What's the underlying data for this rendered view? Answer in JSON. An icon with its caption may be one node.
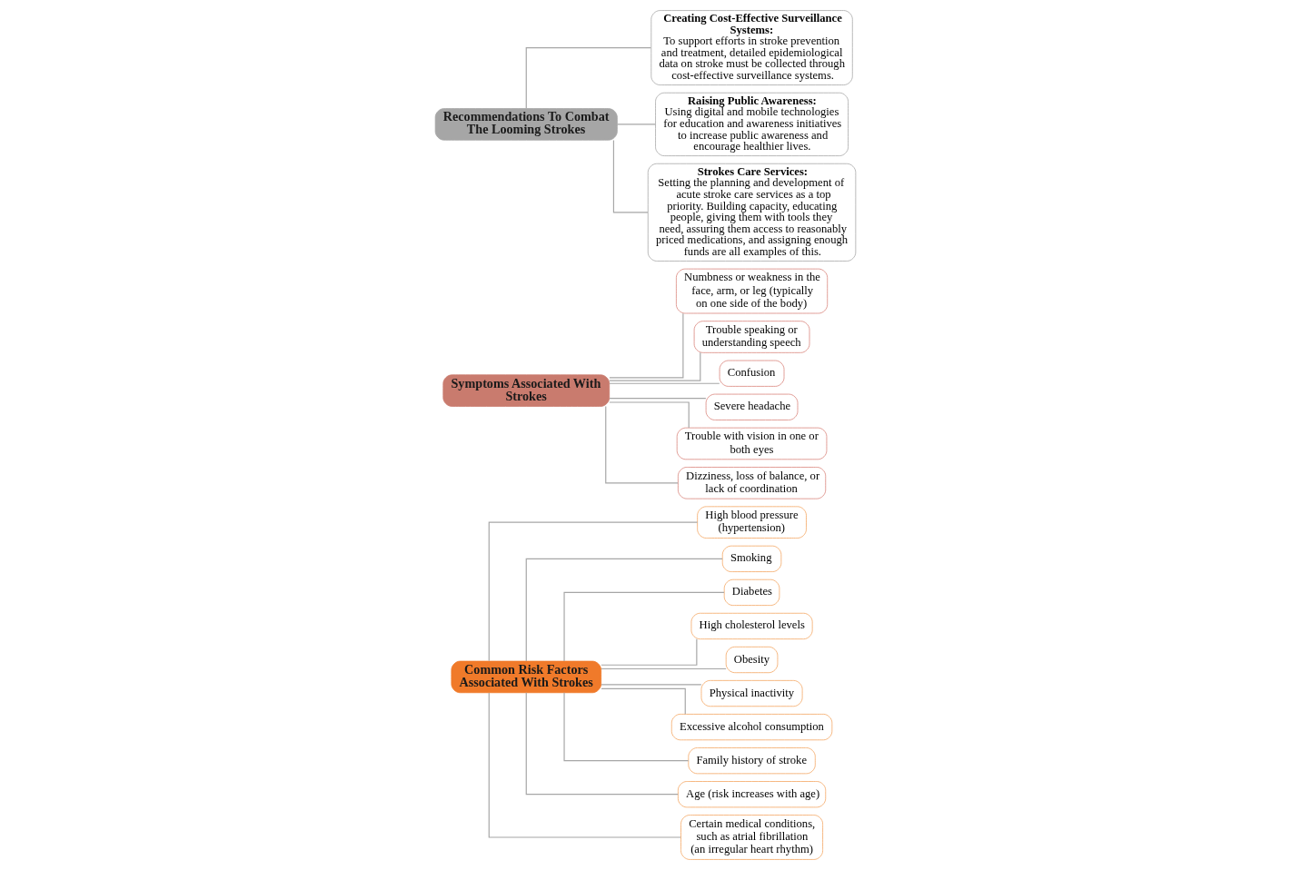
{
  "diagram": {
    "nodes": [
      {
        "text": [
          "Common Risk Factors Associated With Strokes"
        ]
      },
      {
        "text": [
          "High blood pressure (hypertension)"
        ]
      },
      {
        "text": [
          "Smoking"
        ]
      },
      {
        "text": [
          "Diabetes"
        ]
      },
      {
        "text": [
          "High cholesterol levels"
        ]
      },
      {
        "text": [
          "Obesity"
        ]
      },
      {
        "text": [
          "Physical inactivity"
        ]
      },
      {
        "text": [
          "Excessive alcohol consumption"
        ]
      },
      {
        "text": [
          "Family history of stroke"
        ]
      },
      {
        "text": [
          "Age (risk increases with age)"
        ]
      },
      {
        "text": [
          "Certain medical conditions, such as atrial fibrillation (an irregular heart rhythm)"
        ]
      },
      {
        "text": [
          "Symptoms Associated With Strokes"
        ]
      },
      {
        "text": [
          "Numbness or weakness in the face, arm, or leg (typically on one side of the body)"
        ]
      },
      {
        "text": [
          "Trouble speaking or understanding speech"
        ]
      },
      {
        "text": [
          "Confusion"
        ]
      },
      {
        "text": [
          "Severe headache"
        ]
      },
      {
        "text": [
          "Trouble with vision in one or both eyes"
        ]
      },
      {
        "text": [
          "Dizziness, loss of balance, or lack of coordination"
        ]
      },
      {
        "text": [
          "Recommendations To Combat The Looming Strokes"
        ]
      },
      {
        "text": [
          "Creating Cost-Effective Surveillance Systems:",
          "To support efforts in stroke prevention and treatment, detailed epidemiological data on stroke must be collected through cost-effective surveillance systems."
        ]
      },
      {
        "text": [
          "Raising Public Awareness:",
          "Using digital and mobile technologies for education and awareness initiatives to increase public awareness and encourage healthier lives."
        ]
      },
      {
        "text": [
          "Strokes Care Services:",
          "Setting the planning and development of acute stroke care services as a top priority. Building capacity, educating people, giving them with tools they need, assuring them access to reasonably priced medications, and assigning enough funds are all examples of this."
        ]
      }
    ],
    "edges": [
      {
        "from": 0,
        "to": 1,
        "arrow": "none"
      },
      {
        "from": 0,
        "to": 2,
        "arrow": "none"
      },
      {
        "from": 0,
        "to": 3,
        "arrow": "none"
      },
      {
        "from": 0,
        "to": 4,
        "arrow": "none"
      },
      {
        "from": 0,
        "to": 5,
        "arrow": "none"
      },
      {
        "from": 0,
        "to": 6,
        "arrow": "none"
      },
      {
        "from": 0,
        "to": 7,
        "arrow": "none"
      },
      {
        "from": 0,
        "to": 8,
        "arrow": "none"
      },
      {
        "from": 0,
        "to": 9,
        "arrow": "none"
      },
      {
        "from": 0,
        "to": 10,
        "arrow": "none"
      },
      {
        "from": 11,
        "to": 12,
        "arrow": "none"
      },
      {
        "from": 11,
        "to": 13,
        "arrow": "none"
      },
      {
        "from": 11,
        "to": 14,
        "arrow": "none"
      },
      {
        "from": 11,
        "to": 15,
        "arrow": "none"
      },
      {
        "from": 11,
        "to": 16,
        "arrow": "none"
      },
      {
        "from": 11,
        "to": 17,
        "arrow": "none"
      },
      {
        "from": 18,
        "to": 19,
        "arrow": "none"
      },
      {
        "from": 18,
        "to": 20,
        "arrow": "none"
      },
      {
        "from": 18,
        "to": 21,
        "arrow": "none"
      }
    ]
  }
}
